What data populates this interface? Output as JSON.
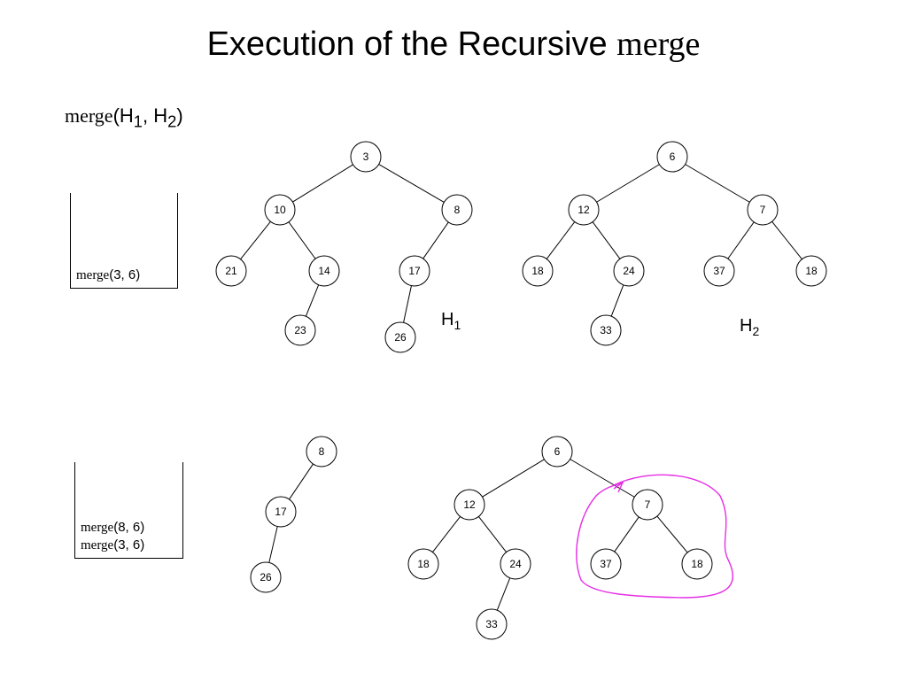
{
  "title": {
    "text": "Execution of the Recursive",
    "code": "merge"
  },
  "call_label": {
    "fn": "merge",
    "args": "(H1, H2)",
    "h": "H",
    "sub1": "1",
    "sep": ", ",
    "sub2": "2",
    "open": "(",
    "close": ")"
  },
  "stack_top": {
    "frames": [
      {
        "fn": "merge",
        "args": "(3, 6)"
      }
    ]
  },
  "stack_bottom": {
    "frames": [
      {
        "fn": "merge",
        "args": "(8, 6)"
      },
      {
        "fn": "merge",
        "args": "(3, 6)"
      }
    ]
  },
  "heap_labels": {
    "h1": {
      "letter": "H",
      "sub": "1"
    },
    "h2": {
      "letter": "H",
      "sub": "2"
    }
  },
  "trees": {
    "h1": {
      "value": "3",
      "children": [
        {
          "value": "10",
          "children": [
            {
              "value": "21"
            },
            {
              "value": "14",
              "children": [
                {
                  "value": "23"
                }
              ]
            }
          ]
        },
        {
          "value": "8",
          "children": [
            {
              "value": "17",
              "children": [
                {
                  "value": "26"
                }
              ]
            }
          ]
        }
      ]
    },
    "h2": {
      "value": "6",
      "children": [
        {
          "value": "12",
          "children": [
            {
              "value": "18"
            },
            {
              "value": "24",
              "children": [
                {
                  "value": "33"
                }
              ]
            }
          ]
        },
        {
          "value": "7",
          "children": [
            {
              "value": "37"
            },
            {
              "value": "18"
            }
          ]
        }
      ]
    },
    "sub_h1": {
      "value": "8",
      "children": [
        {
          "value": "17",
          "children": [
            {
              "value": "26"
            }
          ]
        }
      ]
    },
    "sub_h2": {
      "value": "6",
      "children": [
        {
          "value": "12",
          "children": [
            {
              "value": "18"
            },
            {
              "value": "24",
              "children": [
                {
                  "value": "33"
                }
              ]
            }
          ]
        },
        {
          "value": "7",
          "children": [
            {
              "value": "37"
            },
            {
              "value": "18"
            }
          ]
        }
      ]
    }
  },
  "highlight": {
    "subtree": "7 → 37, 18",
    "color": "#e62ee6"
  }
}
